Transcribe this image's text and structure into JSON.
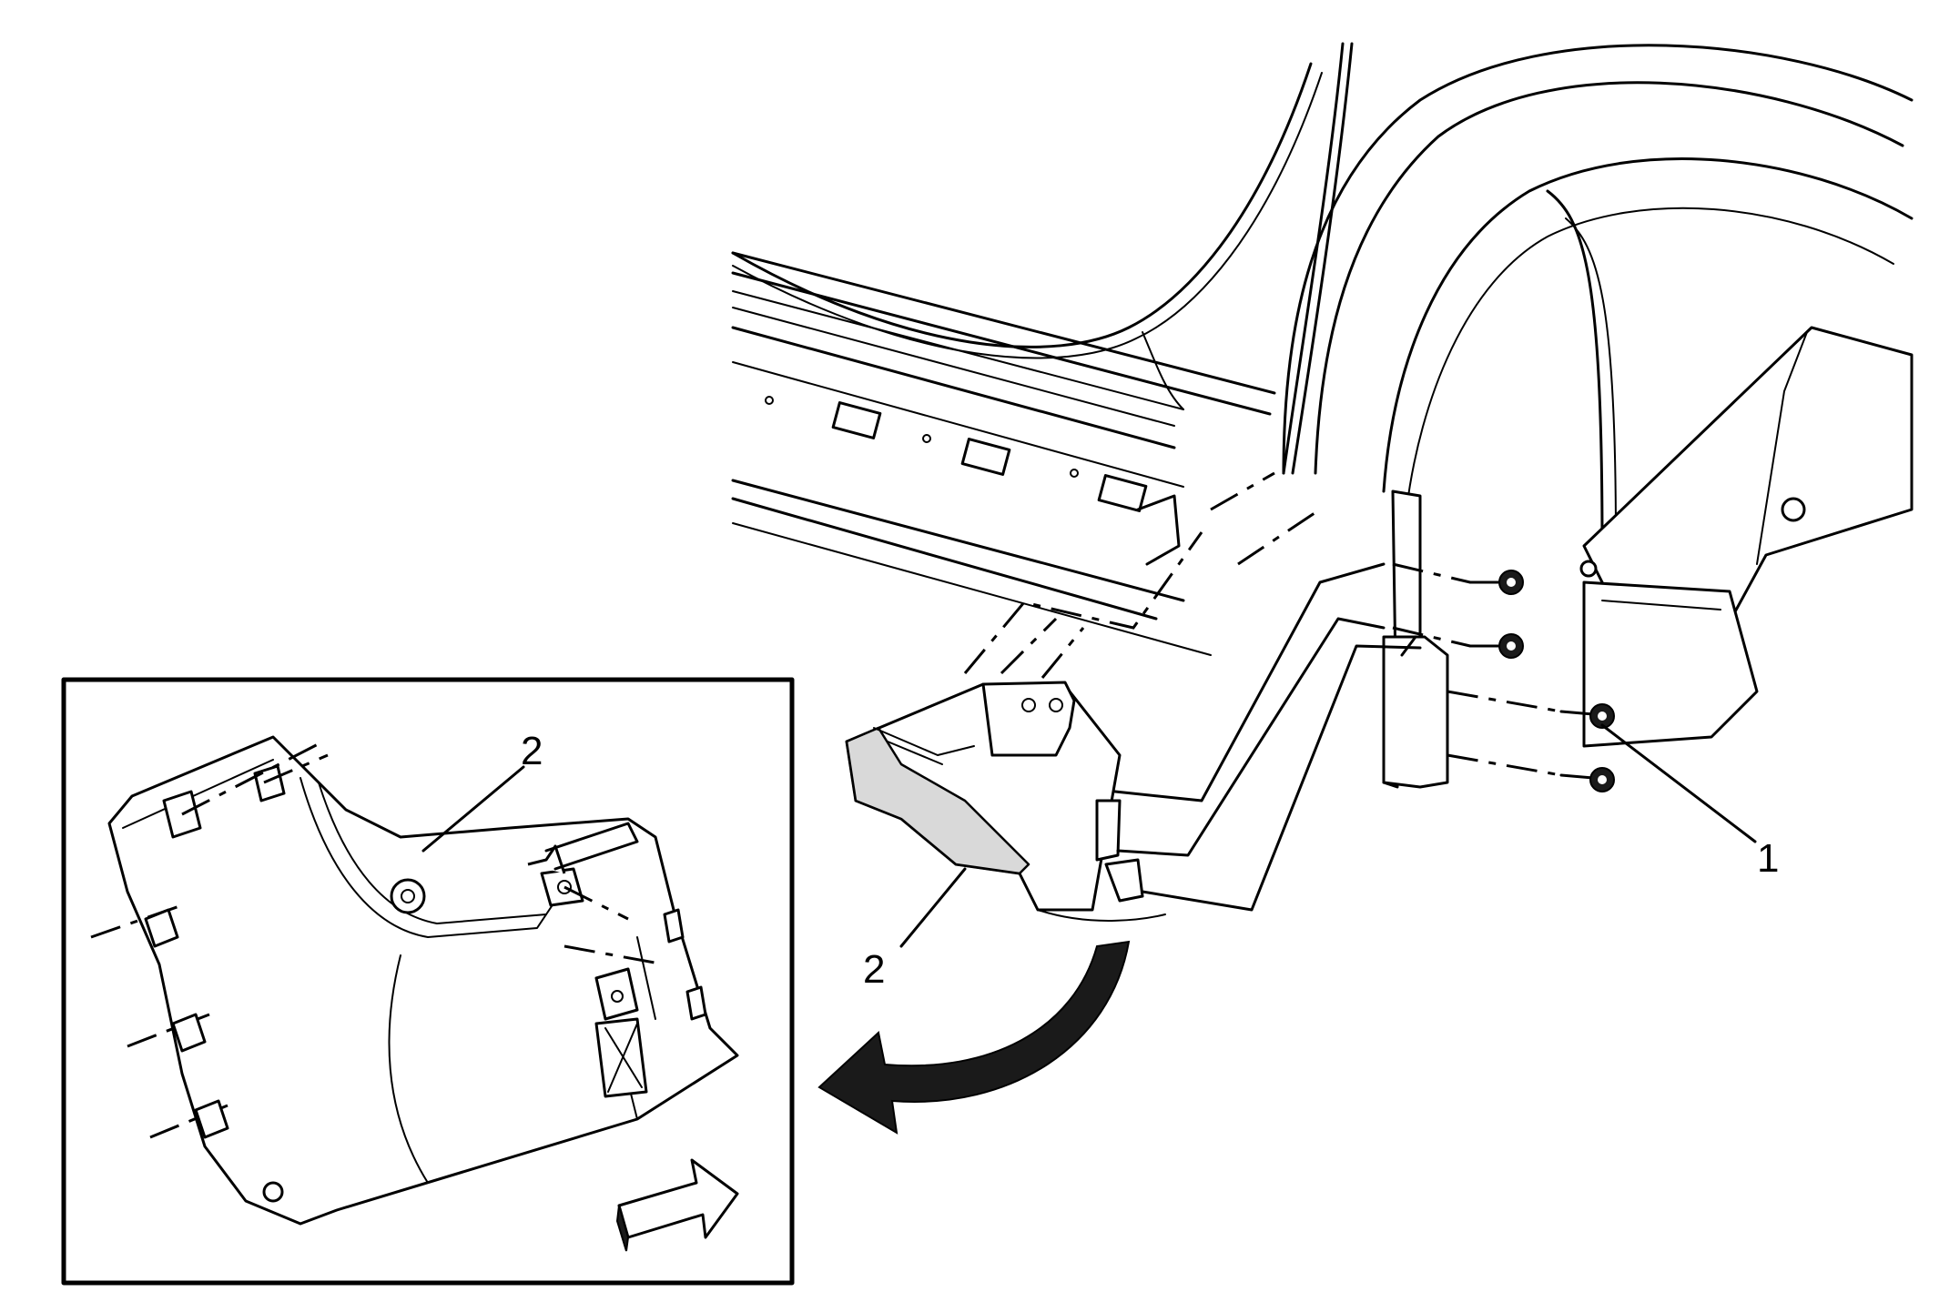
{
  "diagram": {
    "callouts": {
      "fastener": "1",
      "panel": "2",
      "detail_panel": "2"
    },
    "colors": {
      "line": "#000000",
      "background": "#ffffff",
      "fill_shade": "#d9d9d9",
      "arrow_fill": "#1a1a1a"
    },
    "icons": [
      "curved-view-arrow",
      "view-direction-arrow"
    ]
  }
}
